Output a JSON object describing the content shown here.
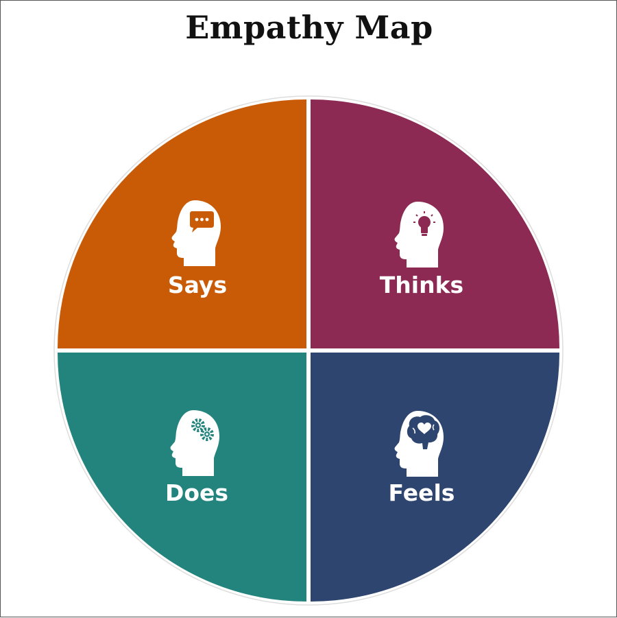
{
  "title": "Empathy Map",
  "quadrants": [
    {
      "id": "says",
      "label": "Says",
      "color": "#C95A06",
      "icon": "head-speech-bubble-icon"
    },
    {
      "id": "thinks",
      "label": "Thinks",
      "color": "#8C2A54",
      "icon": "head-lightbulb-icon"
    },
    {
      "id": "does",
      "label": "Does",
      "color": "#22847C",
      "icon": "head-gears-icon"
    },
    {
      "id": "feels",
      "label": "Feels",
      "color": "#2E4570",
      "icon": "head-brain-heart-icon"
    }
  ]
}
